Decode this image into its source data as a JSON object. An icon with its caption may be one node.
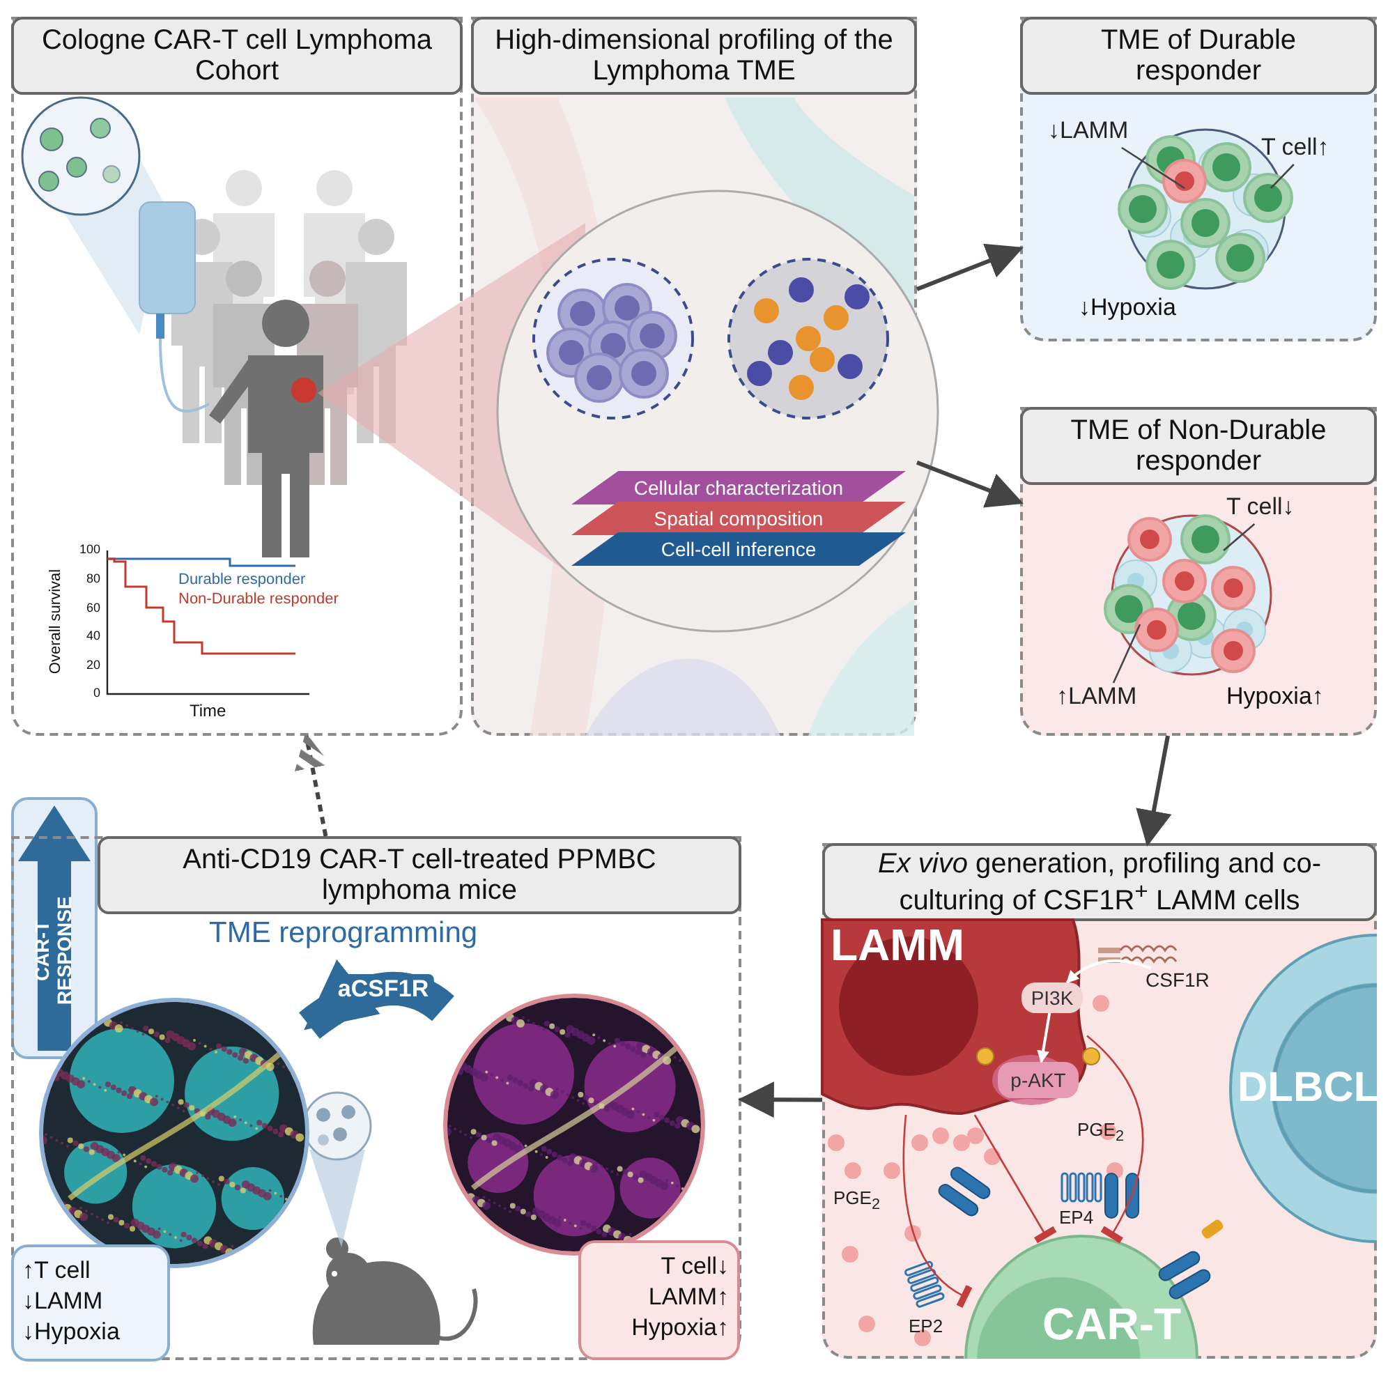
{
  "diagram": {
    "nodes": [
      {
        "text": [
          "Cologne CAR-T cell Lymphoma Cohort"
        ]
      },
      {
        "text": [
          "High-dimensional profiling of the Lymphoma TME"
        ]
      },
      {
        "text": [
          "Cellular characterization"
        ],
        "in": 1
      },
      {
        "text": [
          "Spatial composition"
        ],
        "in": 1
      },
      {
        "text": [
          "Cell-cell inference"
        ],
        "in": 1
      },
      {
        "text": [
          "TME of Durable responder"
        ]
      },
      {
        "text": [
          "↓LAMM"
        ],
        "in": 5
      },
      {
        "text": [
          "T cell↑"
        ],
        "in": 5
      },
      {
        "text": [
          "TME of Non-Durable responder"
        ]
      },
      {
        "text": [
          "T cell↓"
        ],
        "in": 8
      },
      {
        "text": [
          "↑LAMM"
        ],
        "in": 8
      },
      {
        "text": [
          "CAR-T RESPONSE"
        ]
      },
      {
        "text": [
          "Anti-CD19 CAR-T cell-treated PPMBC lymphoma mice"
        ]
      },
      {
        "text": [],
        "shape": "picture",
        "in": 12
      },
      {
        "text": [],
        "shape": "picture",
        "in": 12
      },
      {
        "text": [
          "↑T cell ↓LAMM ↓Hypoxia"
        ],
        "in": 12
      },
      {
        "text": [
          "T cell↓ LAMM↑ Hypoxia↑"
        ],
        "in": 12
      },
      {
        "text": [
          "*Ex vivo* generation, profiling and co-culturing of CSF1R$^{+}$ LAMM cells"
        ]
      },
      {
        "text": [
          "LAMM"
        ],
        "in": 17
      },
      {
        "text": [
          "PI3K"
        ],
        "in": 18
      },
      {
        "text": [
          "p-AKT"
        ],
        "in": 18
      },
      {
        "text": [
          "CSF1R"
        ],
        "in": 17
      },
      {
        "text": [
          "DLBCL"
        ],
        "in": 17
      },
      {
        "text": [
          "CAR-T"
        ],
        "in": 17
      }
    ],
    "edges": [
      {
        "from": 1,
        "to": 5,
        "arrow": "to"
      },
      {
        "from": 1,
        "to": 8,
        "arrow": "to"
      },
      {
        "from": 8,
        "to": 17,
        "arrow": "to"
      },
      {
        "from": 17,
        "to": 12,
        "arrow": "to"
      },
      {
        "from": 12,
        "to": 0,
        "arrow": "to",
        "style": "dashed"
      },
      {
        "from": 14,
        "to": 13,
        "arrow": "to",
        "label": "aCSF1R",
        "style": "thick",
        "color": "#2f6b9a"
      },
      {
        "from": 6,
        "to": null,
        "arrow": "none"
      },
      {
        "from": 7,
        "to": null,
        "arrow": "none"
      },
      {
        "from": 9,
        "to": null,
        "arrow": "none"
      },
      {
        "from": 10,
        "to": null,
        "arrow": "none"
      },
      {
        "from": 21,
        "to": 19,
        "arrow": "to",
        "color": "#ffffff"
      },
      {
        "from": 19,
        "to": 20,
        "arrow": "to",
        "color": "#ffffff"
      },
      {
        "from": 18,
        "to": 23,
        "arrow": "other",
        "color": "#c43c3c"
      },
      {
        "from": 18,
        "to": 23,
        "arrow": "other",
        "color": "#c43c3c"
      },
      {
        "from": 18,
        "to": 23,
        "arrow": "other",
        "color": "#c43c3c"
      }
    ],
    "labels": [
      "Overall survival",
      "100",
      "80",
      "60",
      "40",
      "20",
      "0",
      "Time",
      "Durable responder",
      "Non-Durable responder",
      "↓Hypoxia",
      "Hypoxia↑",
      "TME reprogramming",
      "PGE$_{2}$",
      "PGE$_{2}$",
      "EP4",
      "EP2"
    ]
  }
}
